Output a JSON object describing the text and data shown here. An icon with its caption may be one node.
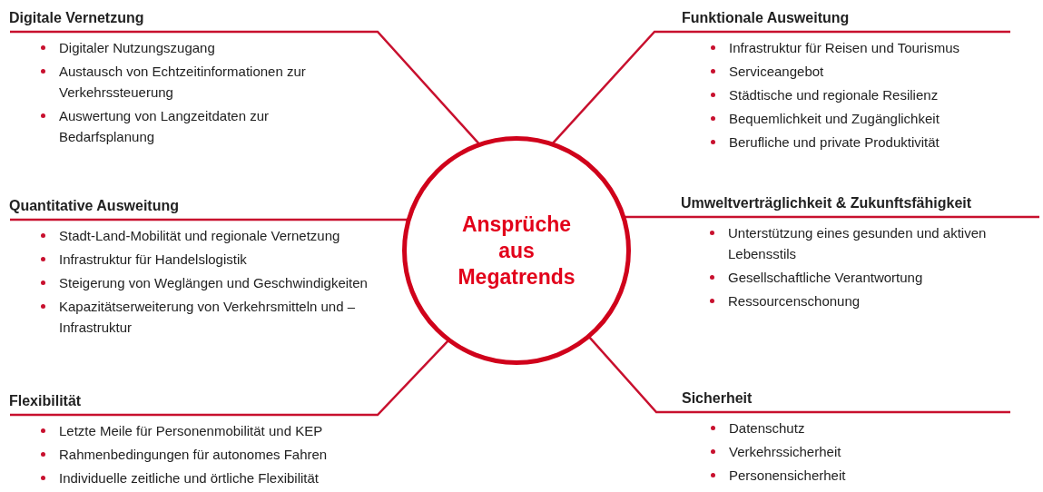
{
  "diagram": {
    "nodes": [
      {
        "text": [
          "Ansprüche aus Megatrends"
        ]
      },
      {
        "text": [
          "Digitale Vernetzung",
          "Digitaler Nutzungszugang",
          "Austausch von Echtzeitinformationen zur Verkehrssteuerung",
          "Auswertung von Langzeitdaten zur Bedarfsplanung"
        ]
      },
      {
        "text": [
          "Funktionale Ausweitung",
          "Infrastruktur für Reisen und Tourismus",
          "Serviceangebot",
          "Städtische und regionale Resilienz",
          "Bequemlichkeit und Zugänglichkeit",
          "Berufliche und private Produktivität"
        ]
      },
      {
        "text": [
          "Quantitative Ausweitung",
          "Stadt-Land-Mobilität und regionale Vernetzung",
          "Infrastruktur für Handelslogistik",
          "Steigerung von Weglängen und Geschwindigkeiten",
          "Kapazitätserweiterung von Verkehrsmitteln und –Infrastruktur"
        ]
      },
      {
        "text": [
          "Umweltverträglichkeit & Zukunftsfähigkeit",
          "Unterstützung eines gesunden und aktiven Lebensstils",
          "Gesellschaftliche Verantwortung",
          "Ressourcenschonung"
        ]
      },
      {
        "text": [
          "Flexibilität",
          "Letzte Meile für Personenmobilität und KEP",
          "Rahmenbedingungen für autonomes Fahren",
          "Individuelle zeitliche und örtliche Flexibilität"
        ]
      },
      {
        "text": [
          "Sicherheit",
          "Datenschutz",
          "Verkehrssicherheit",
          "Personensicherheit"
        ]
      }
    ],
    "edges": [
      {
        "from": 0,
        "to": 1,
        "arrow": "none"
      },
      {
        "from": 0,
        "to": 2,
        "arrow": "none"
      },
      {
        "from": 0,
        "to": 3,
        "arrow": "none"
      },
      {
        "from": 0,
        "to": 4,
        "arrow": "none"
      },
      {
        "from": 0,
        "to": 5,
        "arrow": "none"
      },
      {
        "from": 0,
        "to": 6,
        "arrow": "none"
      }
    ]
  }
}
